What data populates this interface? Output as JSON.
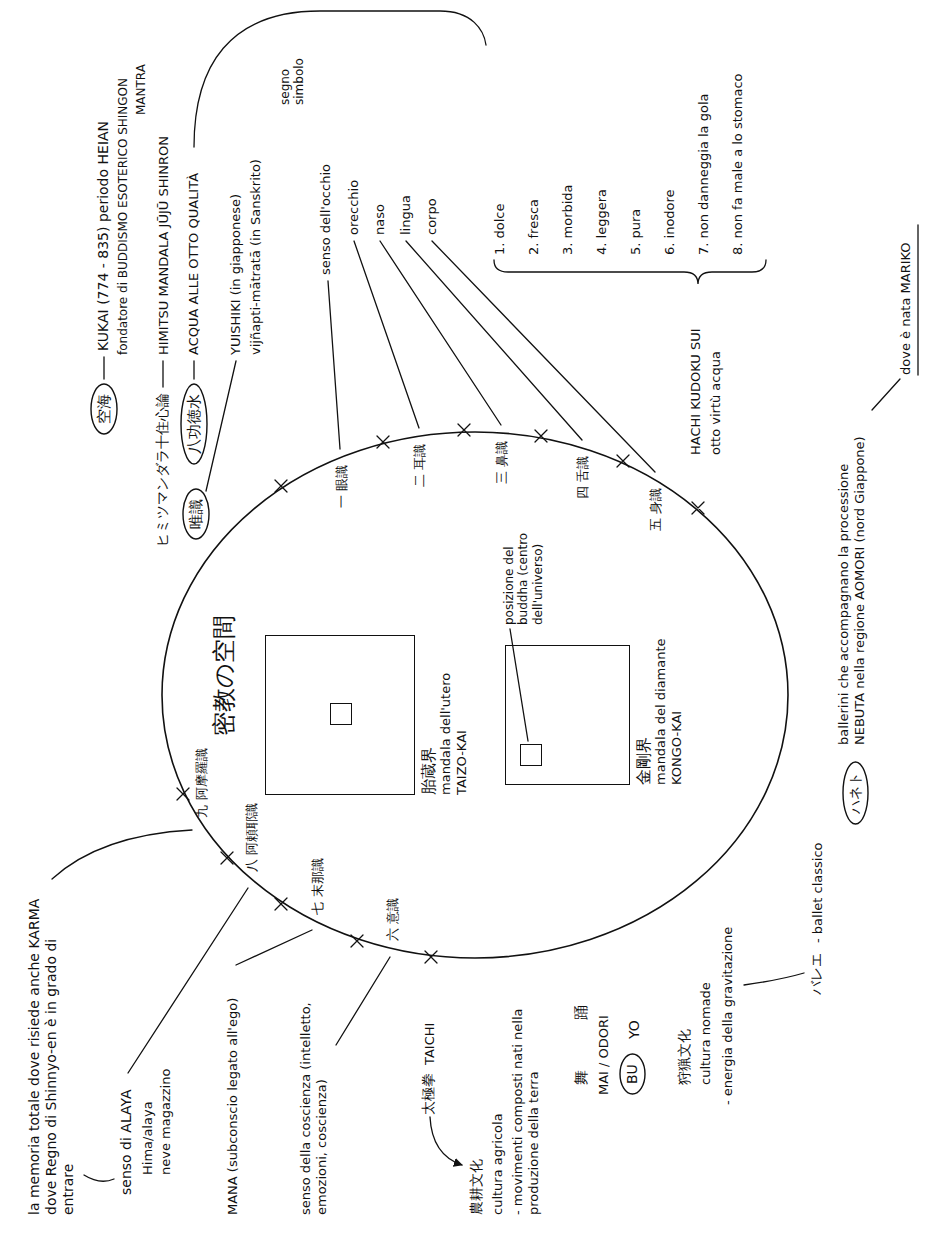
{
  "diagram": {
    "nodes": [
      {
        "text": [
          "密教の空間"
        ]
      },
      {
        "text": [
          "胎蔵界",
          "mandala dell'utero",
          "TAIZO-KAI"
        ],
        "in": 0
      },
      {
        "text": [
          "金剛界",
          "mandala del diamante",
          "KONGO-KAI"
        ],
        "in": 0
      },
      {
        "text": [
          "空海"
        ]
      },
      {
        "text": [
          "八功徳水"
        ]
      },
      {
        "text": [
          "唯識"
        ]
      },
      {
        "text": [
          "BU"
        ]
      },
      {
        "text": [
          "ハネト"
        ]
      }
    ],
    "labels": [
      "KUKAI (774 - 835) periodo HEIAN",
      "fondatore di BUDDISMO ESOTERICO SHINGON",
      "MANTRA",
      "ヒミツマンダラ十住心論",
      "HIMITSU MANDALA JŪJŪ SHINRON",
      "ACQUA ALLE OTTO QUALITÀ",
      "YUISHIKI (in giapponese)",
      "vijñapti-mātratā (in Sanskrito)",
      "segno simbolo",
      "senso dell'occhio",
      "orecchio",
      "naso",
      "lingua",
      "corpo",
      "1. dolce",
      "2. fresca",
      "3. morbida",
      "4. leggera",
      "5. pura",
      "6. inodore",
      "7. non danneggia la gola",
      "8. non fa male a lo stomaco",
      "HACHI KUDOKU SUI",
      "otto virtù acqua",
      "一 眼識",
      "二 耳識",
      "三 鼻識",
      "四 舌識",
      "五 身識",
      "六 意識",
      "七 末那識",
      "八 阿頼耶識",
      "九 阿摩羅識",
      "posizione del buddha (centro dell'universo)",
      "la memoria totale dove risiede anche KARMA dove Regno di Shinnyo-en è in grado di entrare",
      "senso di ALAYA",
      "Hima/alaya",
      "neve magazzino",
      "MANA (subconscio legato all'ego)",
      "senso della coscienza (intelletto, emozioni, coscienza)",
      "太極拳",
      "TAICHI",
      "農耕文化",
      "cultura agricola",
      "- movimenti composti nati nella produzione della terra",
      "舞",
      "踊",
      "MAI / ODORI",
      "YO",
      "狩猟文化",
      "cultura nomade",
      "- energia della gravitazione",
      "バレエ",
      "- ballet classico",
      "ballerini che accompagnano la processione NEBUTA nella regione AOMORI (nord Giappone)",
      "dove è nata MARIKO"
    ]
  }
}
